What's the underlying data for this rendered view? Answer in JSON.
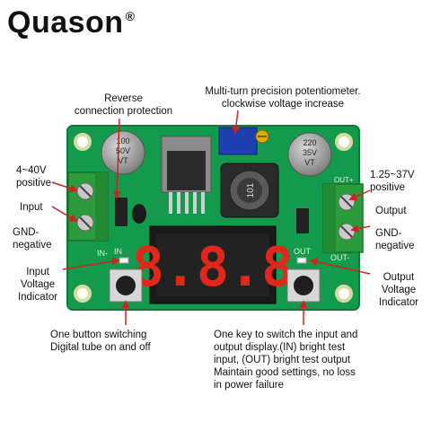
{
  "brand": {
    "name": "Quason",
    "mark": "®"
  },
  "board": {
    "cap_left": [
      "100",
      "50V",
      "VT"
    ],
    "cap_right": [
      "220",
      "35V",
      "VT"
    ],
    "inductor": "101",
    "display": "8.8.8",
    "silk_in": "IN",
    "silk_out": "OUT",
    "silk_in_minus": "IN-",
    "silk_out_minus": "OUT-",
    "silk_out_plus": "OUT+",
    "colors": {
      "pcb": "#139a4c",
      "display": "#e0271b",
      "terminal": "#2a9c3c",
      "arrow": "#d32020"
    }
  },
  "labels": {
    "reverse_protection": [
      "Reverse",
      "connection protection"
    ],
    "potentiometer": [
      "Multi-turn precision potentiometer.",
      "clockwise voltage increase"
    ],
    "input_range": [
      "4~40V",
      "positive"
    ],
    "input": "Input",
    "gnd_left": [
      "GND-",
      "negative"
    ],
    "input_indicator": [
      "Input",
      "Voltage",
      "Indicator"
    ],
    "output_range": [
      "1.25~37V",
      "positive"
    ],
    "output": "Output",
    "gnd_right": [
      "GND-",
      "negative"
    ],
    "output_indicator": [
      "Output",
      "Voltage",
      "Indicator"
    ],
    "button_left": [
      "One button switching",
      "Digital tube on and off"
    ],
    "button_right": [
      "One key to switch the input and",
      "output display.(IN) bright test",
      "input, (OUT) bright test output",
      "Maintain good settings, no loss",
      "in power failure"
    ]
  }
}
